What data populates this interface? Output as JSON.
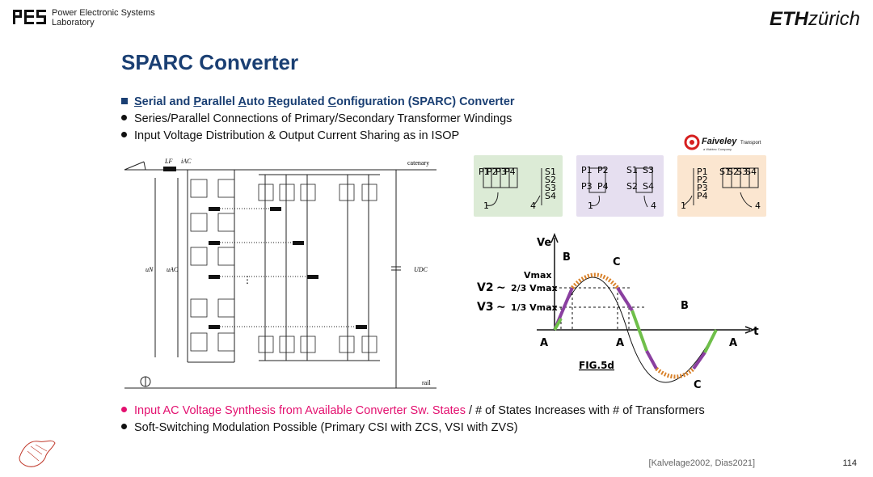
{
  "header": {
    "pes_logo": "PES",
    "org_line1": "Power Electronic Systems",
    "org_line2": "Laboratory",
    "eth_bold": "ETH",
    "eth_light": "zürich"
  },
  "slide": {
    "title": "SPARC Converter",
    "bullet1": {
      "parts": [
        "S",
        "erial and ",
        "P",
        "arallel ",
        "A",
        "uto ",
        "R",
        "egulated ",
        "C",
        "onfiguration (SPARC) Converter"
      ]
    },
    "bullet2": "Series/Parallel Connections of Primary/Secondary Transformer Windings",
    "bullet3": "Input Voltage Distribution & Output Current Sharing as in ISOP",
    "bullet4_highlight": "Input AC Voltage Synthesis from Available Converter Sw. States",
    "bullet4_rest": " / # of States Increases with # of Transformers",
    "bullet5": "Soft-Switching Modulation Possible (Primary CSI with ZCS, VSI with ZVS)"
  },
  "circuit": {
    "label_lf": "LF",
    "label_iac": "iAC",
    "label_catenary": "catenary",
    "label_un": "uN",
    "label_uac": "uAC",
    "label_udc": "UDC",
    "label_rail": "rail"
  },
  "configs": {
    "green": {
      "p": [
        "P1",
        "P2",
        "P3",
        "P4"
      ],
      "s": [
        "S1",
        "S2",
        "S3",
        "S4"
      ],
      "n1": "1",
      "n2": "4",
      "color": "#dcebd6"
    },
    "purple": {
      "p": [
        "P1",
        "P2",
        "P3",
        "P4"
      ],
      "s": [
        "S1",
        "S3",
        "S2",
        "S4"
      ],
      "n1": "1",
      "n2": "4",
      "color": "#e6dff0"
    },
    "orange": {
      "p": [
        "P1",
        "P2",
        "P3",
        "P4"
      ],
      "s": [
        "S1",
        "S2",
        "S3",
        "S4"
      ],
      "n1": "1",
      "n2": "4",
      "color": "#fbe6d0"
    },
    "faiveley": "Faiveley",
    "faiveley_sub": "Transport",
    "faiveley_tag": "a Wabtec Company"
  },
  "waveform": {
    "ve": "Ve",
    "t": "t",
    "b": "B",
    "c": "C",
    "a": "A",
    "v2": "V2",
    "v3": "V3",
    "vmax_23": "2/3 Vmax",
    "vmax_13": "1/3 Vmax",
    "vmax": "Vmax",
    "fig": "FIG.5d",
    "colors": {
      "green": "#6fbf4a",
      "purple": "#8a3fa0",
      "orange": "#d9822b"
    }
  },
  "footer": {
    "reference": "[Kalvelage2002, Dias2021]",
    "page": "114"
  }
}
